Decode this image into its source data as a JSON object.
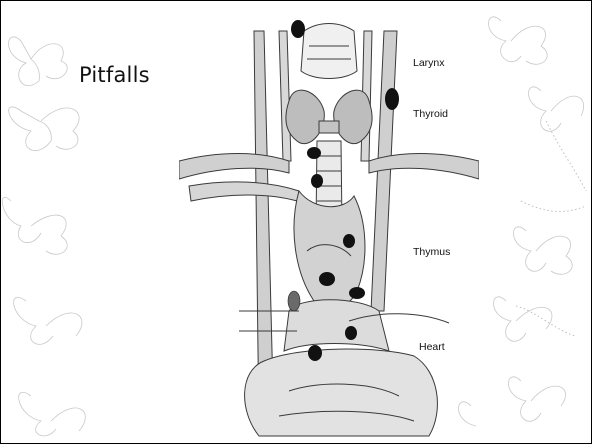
{
  "slide": {
    "title": "Pitfalls"
  },
  "figure": {
    "labels": {
      "larynx": "Larynx",
      "thyroid": "Thyroid",
      "thymus": "Thymus",
      "heart": "Heart"
    }
  }
}
